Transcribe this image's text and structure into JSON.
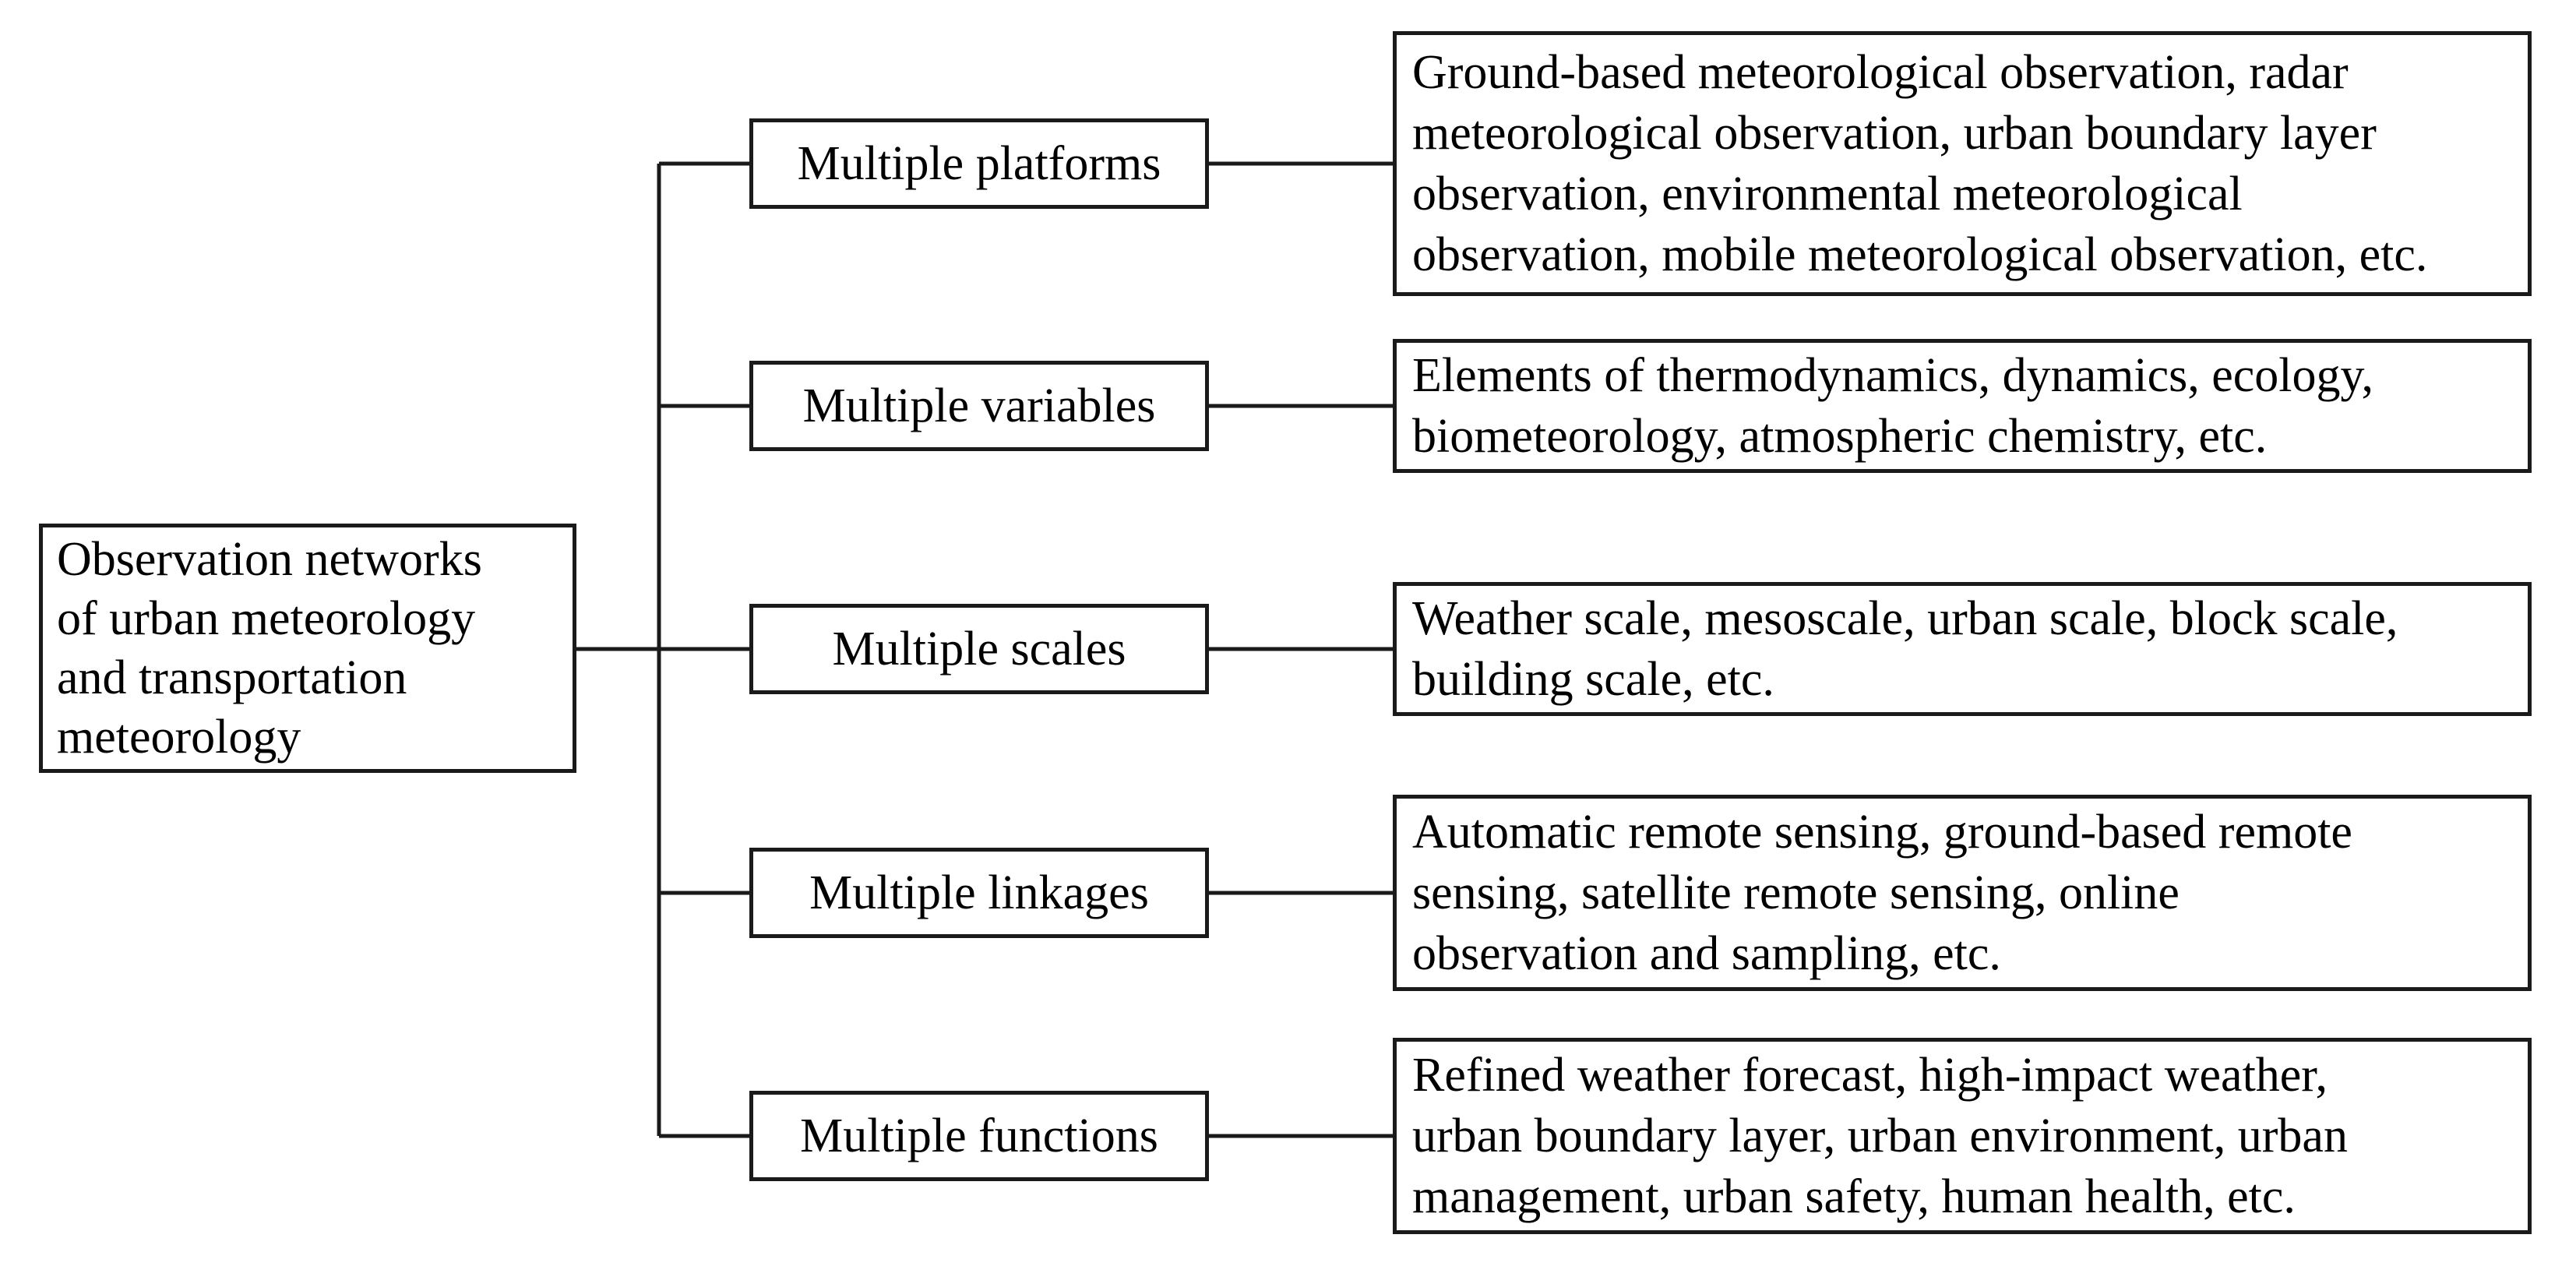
{
  "figure": {
    "background": "#ffffff",
    "line_color": "#1a1a1a",
    "text_color": "#000000",
    "root_box": {
      "lines": [
        "Observation networks",
        "of urban meteorology",
        "and transportation",
        "meteorology"
      ]
    },
    "branches": [
      {
        "label": "Multiple platforms",
        "detail_lines": [
          "Ground-based meteorological observation, radar",
          "meteorological observation, urban boundary layer",
          "observation, environmental meteorological",
          "observation, mobile meteorological observation, etc."
        ]
      },
      {
        "label": "Multiple variables",
        "detail_lines": [
          "Elements of thermodynamics, dynamics, ecology,",
          "biometeorology, atmospheric chemistry, etc."
        ]
      },
      {
        "label": "Multiple scales",
        "detail_lines": [
          "Weather scale, mesoscale, urban scale, block scale,",
          "building scale, etc."
        ]
      },
      {
        "label": "Multiple linkages",
        "detail_lines": [
          "Automatic remote sensing, ground-based remote",
          "sensing, satellite remote sensing, online",
          "observation and sampling, etc."
        ]
      },
      {
        "label": "Multiple functions",
        "detail_lines": [
          "Refined weather forecast, high-impact weather,",
          "urban boundary layer, urban environment, urban",
          "management, urban safety, human health, etc."
        ]
      }
    ]
  }
}
